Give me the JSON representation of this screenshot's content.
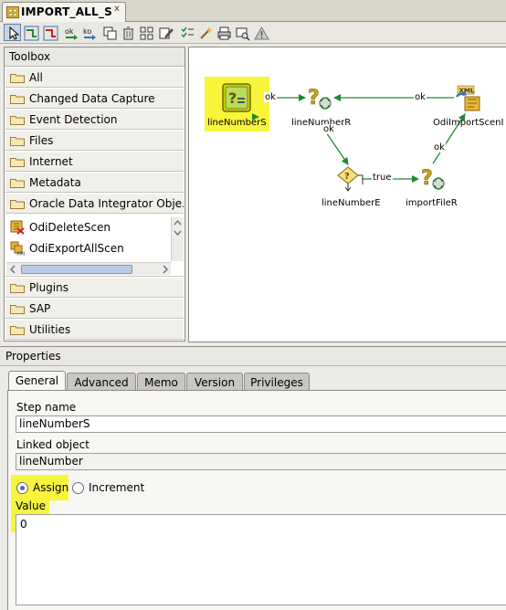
{
  "editor_tab": {
    "title": "IMPORT_ALL_S",
    "close": "x"
  },
  "toolbar": {
    "buttons": [
      {
        "name": "select-tool",
        "icon": "arrow-pointer-icon",
        "selected": true
      },
      {
        "name": "next-step-ok-tool",
        "icon": "green-link-icon"
      },
      {
        "name": "next-step-ko-tool",
        "icon": "red-link-icon"
      },
      {
        "name": "ok-link-tool",
        "label": "ok"
      },
      {
        "name": "ko-link-tool",
        "label": "ko"
      }
    ]
  },
  "toolbox": {
    "title": "Toolbox",
    "categories_top": [
      "All",
      "Changed Data Capture",
      "Event Detection",
      "Files",
      "Internet",
      "Metadata",
      "Oracle Data Integrator Obje..."
    ],
    "tools": [
      "OdiDeleteScen",
      "OdiExportAllScen"
    ],
    "categories_bottom": [
      "Plugins",
      "SAP",
      "Utilities"
    ]
  },
  "diagram": {
    "nodes": [
      {
        "id": "lineNumberS",
        "label": "lineNumberS",
        "highlighted": true
      },
      {
        "id": "lineNumberR",
        "label": "lineNumberR"
      },
      {
        "id": "OdiImportScenI",
        "label": "OdiImportScenI"
      },
      {
        "id": "lineNumberE",
        "label": "lineNumberE"
      },
      {
        "id": "importFileR",
        "label": "importFileR"
      }
    ],
    "edge_labels": {
      "s_to_r": "ok",
      "import_to_r": "ok",
      "r_to_e": "ok",
      "e_to_file": "true",
      "file_to_import": "ok"
    },
    "xml_badge": "XML"
  },
  "properties": {
    "title": "Properties",
    "tabs": [
      "General",
      "Advanced",
      "Memo",
      "Version",
      "Privileges"
    ],
    "active_tab": "General",
    "step_name_label": "Step name",
    "step_name": "lineNumberS",
    "linked_object_label": "Linked object",
    "linked_object": "lineNumber",
    "assign_label": "Assign",
    "increment_label": "Increment",
    "selected_option": "Assign",
    "value_label": "Value",
    "value": "0"
  },
  "colors": {
    "highlight": "#f8f43c",
    "ok_link": "#1e8a2e",
    "selection": "#c7d4e6"
  }
}
